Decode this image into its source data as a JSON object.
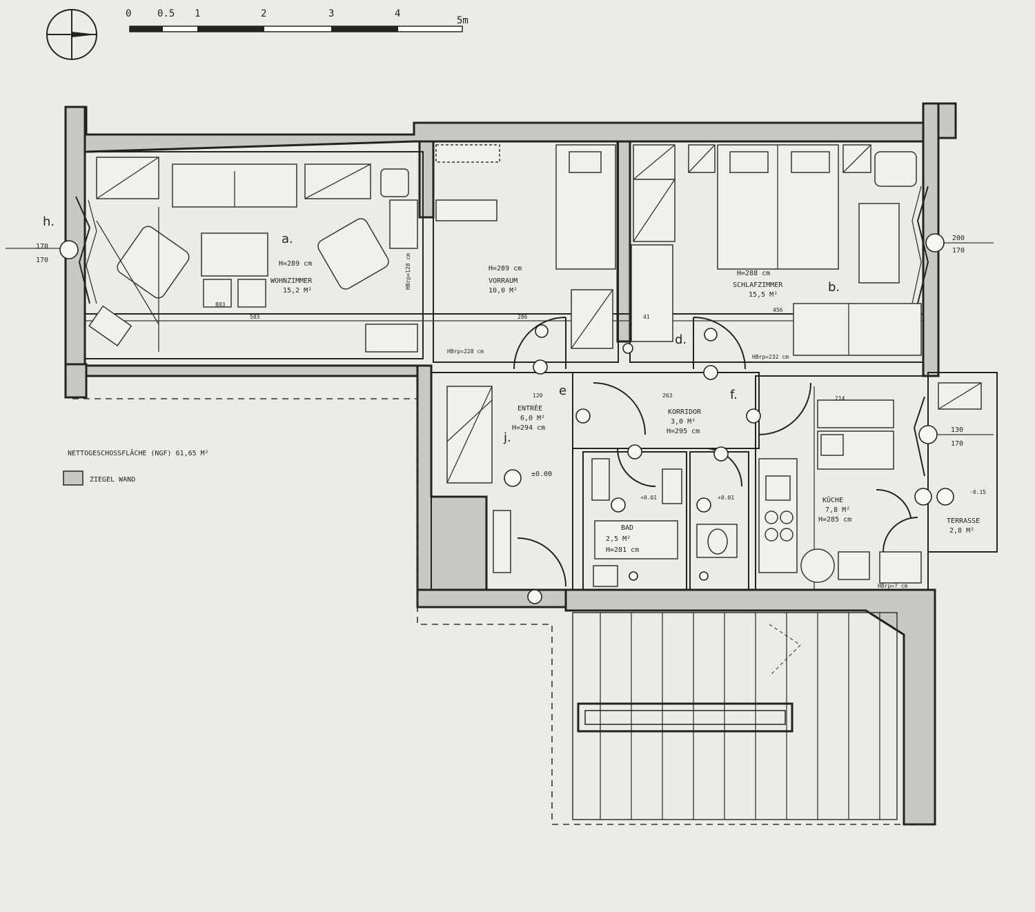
{
  "scale_bar": {
    "ticks": [
      "0",
      "0.5",
      "1",
      "2",
      "3",
      "4",
      "5m"
    ]
  },
  "legend": {
    "net_area": "NETTOGESCHOSSFLÄCHE (NGF) 61,65 M²",
    "wall_label": "ZIEGEL WAND"
  },
  "rooms": {
    "wohnzimmer": {
      "height": "H=289 cm",
      "name": "WOHNZIMMER",
      "area": "15,2 M²",
      "letter": "a."
    },
    "vorraum": {
      "height": "H=289 cm",
      "name": "VORRAUM",
      "area": "10,0 M²"
    },
    "schlafzimmer": {
      "height": "H=288 cm",
      "name": "SCHLAFZIMMER",
      "area": "15,5 M²",
      "letter": "b."
    },
    "entree": {
      "name": "ENTRÉE",
      "area": "6,0 M²",
      "height": "H=294 cm"
    },
    "korridor": {
      "name": "KORRIDOR",
      "area": "3,0 M²",
      "height": "H=295 cm"
    },
    "bad": {
      "name": "BAD",
      "area": "2,5 M²",
      "height": "H=281 cm"
    },
    "kueche": {
      "name": "KÜCHE",
      "area": "7,8 M²",
      "height": "H=285 cm"
    },
    "terrasse": {
      "name": "TERRASSE",
      "area": "2,8 M²"
    }
  },
  "markers": {
    "d": "d.",
    "e": "e",
    "f": "f.",
    "h": "h.",
    "j": "j."
  },
  "dimensions": {
    "w_left": "170",
    "w_left2": "170",
    "w_right": "200",
    "w_right2": "170",
    "w_kitchen": "130",
    "w_kitchen2": "170",
    "d_803": "803",
    "d_503": "503",
    "d_286": "286",
    "d_456": "456",
    "d_41": "41",
    "d_120": "120",
    "d_263": "263",
    "d_214": "214",
    "lvl_0": "±0.00",
    "lvl_001": "+0.01",
    "lvl_001b": "+0.01",
    "lvl_015": "-0.15",
    "hbr_1": "HBrp=228 cm",
    "hbr_2": "HBrp=232 cm",
    "hbr_3": "HBrp=? cm",
    "hbr_4": "HBrp=128 cm"
  }
}
